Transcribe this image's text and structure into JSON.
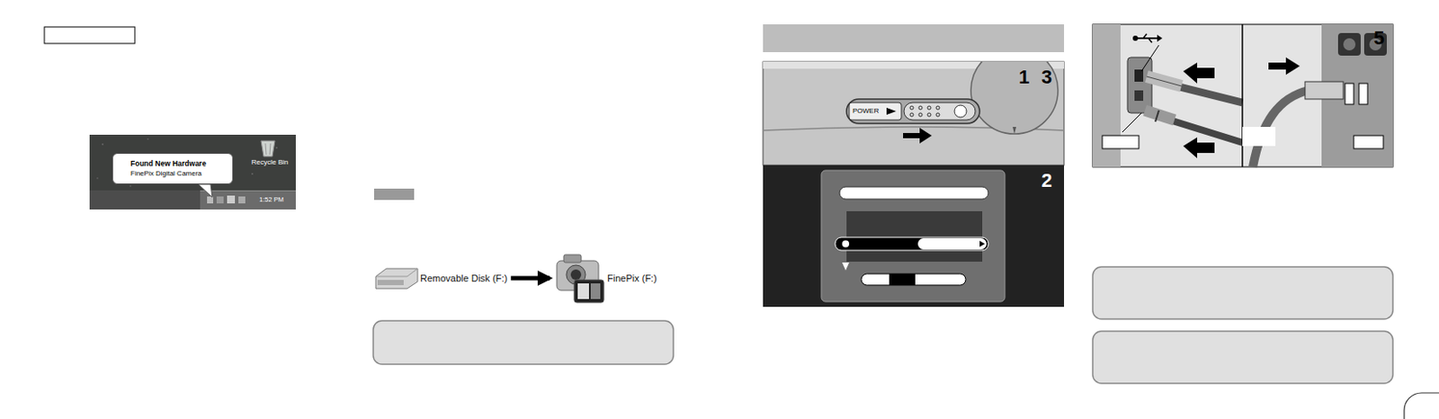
{
  "diagram": {
    "nodes": [
      {
        "text": [
          "Found New Hardware",
          "FinePix Digital Camera"
        ]
      },
      {
        "text": [
          "Removable Disk (F:)"
        ]
      },
      {
        "text": [
          "FinePix (F:)"
        ]
      }
    ],
    "edges": [
      {
        "from": 1,
        "to": 2,
        "arrow": "to"
      }
    ],
    "labels": [
      "Recycle Bin",
      "1:52 PM",
      "POWER",
      "1",
      "3",
      "2",
      "5"
    ]
  }
}
